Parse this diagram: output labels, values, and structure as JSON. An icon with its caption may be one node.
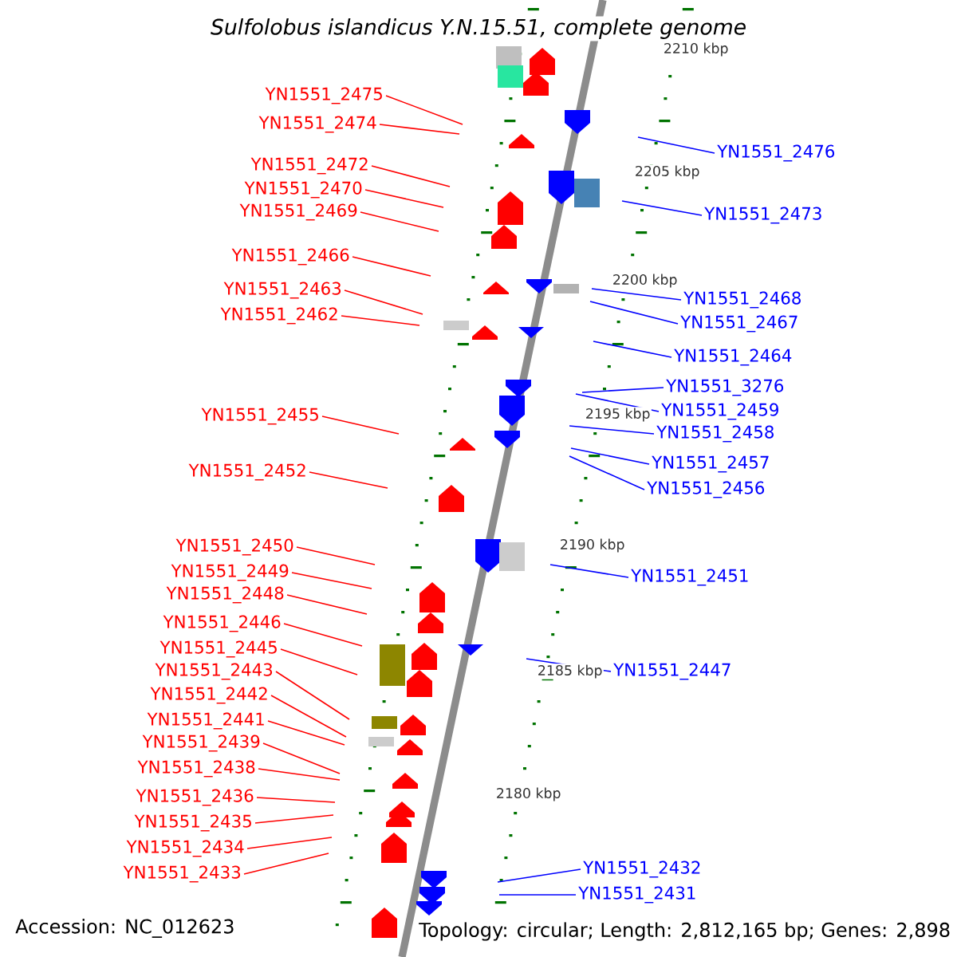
{
  "diagram": {
    "title": "Sulfolobus islandicus Y.N.15.51, complete genome",
    "nodes": [
      {
        "text": [
          "YN1551_2475"
        ]
      },
      {
        "text": [
          "YN1551_2474"
        ]
      },
      {
        "text": [
          "YN1551_2472"
        ]
      },
      {
        "text": [
          "YN1551_2470"
        ]
      },
      {
        "text": [
          "YN1551_2469"
        ]
      },
      {
        "text": [
          "YN1551_2466"
        ]
      },
      {
        "text": [
          "YN1551_2463"
        ]
      },
      {
        "text": [
          "YN1551_2462"
        ]
      },
      {
        "text": [
          "YN1551_2455"
        ]
      },
      {
        "text": [
          "YN1551_2452"
        ]
      },
      {
        "text": [
          "YN1551_2450"
        ]
      },
      {
        "text": [
          "YN1551_2449"
        ]
      },
      {
        "text": [
          "YN1551_2448"
        ]
      },
      {
        "text": [
          "YN1551_2446"
        ]
      },
      {
        "text": [
          "YN1551_2445"
        ]
      },
      {
        "text": [
          "YN1551_2443"
        ]
      },
      {
        "text": [
          "YN1551_2442"
        ]
      },
      {
        "text": [
          "YN1551_2441"
        ]
      },
      {
        "text": [
          "YN1551_2439"
        ]
      },
      {
        "text": [
          "YN1551_2438"
        ]
      },
      {
        "text": [
          "YN1551_2436"
        ]
      },
      {
        "text": [
          "YN1551_2435"
        ]
      },
      {
        "text": [
          "YN1551_2434"
        ]
      },
      {
        "text": [
          "YN1551_2433"
        ]
      },
      {
        "text": [
          "YN1551_2476"
        ]
      },
      {
        "text": [
          "YN1551_2473"
        ]
      },
      {
        "text": [
          "YN1551_2468"
        ]
      },
      {
        "text": [
          "YN1551_2467"
        ]
      },
      {
        "text": [
          "YN1551_2464"
        ]
      },
      {
        "text": [
          "YN1551_3276"
        ]
      },
      {
        "text": [
          "YN1551_2459"
        ]
      },
      {
        "text": [
          "YN1551_2458"
        ]
      },
      {
        "text": [
          "YN1551_2457"
        ]
      },
      {
        "text": [
          "YN1551_2456"
        ]
      },
      {
        "text": [
          "YN1551_2451"
        ]
      },
      {
        "text": [
          "YN1551_2447"
        ]
      },
      {
        "text": [
          "YN1551_2432"
        ]
      },
      {
        "text": [
          "YN1551_2431"
        ]
      }
    ],
    "edges": [
      {
        "from": 0,
        "to": null,
        "arrow": "none",
        "color": "#ff0000"
      },
      {
        "from": 1,
        "to": null,
        "arrow": "none",
        "color": "#ff0000"
      },
      {
        "from": 2,
        "to": null,
        "arrow": "none",
        "color": "#ff0000"
      },
      {
        "from": 3,
        "to": null,
        "arrow": "none",
        "color": "#ff0000"
      },
      {
        "from": 4,
        "to": null,
        "arrow": "none",
        "color": "#ff0000"
      },
      {
        "from": 5,
        "to": null,
        "arrow": "none",
        "color": "#ff0000"
      },
      {
        "from": 6,
        "to": null,
        "arrow": "none",
        "color": "#ff0000"
      },
      {
        "from": 7,
        "to": null,
        "arrow": "none",
        "color": "#ff0000"
      },
      {
        "from": 8,
        "to": null,
        "arrow": "none",
        "color": "#ff0000"
      },
      {
        "from": 9,
        "to": null,
        "arrow": "none",
        "color": "#ff0000"
      },
      {
        "from": 10,
        "to": null,
        "arrow": "none",
        "color": "#ff0000"
      },
      {
        "from": 11,
        "to": null,
        "arrow": "none",
        "color": "#ff0000"
      },
      {
        "from": 12,
        "to": null,
        "arrow": "none",
        "color": "#ff0000"
      },
      {
        "from": 13,
        "to": null,
        "arrow": "none",
        "color": "#ff0000"
      },
      {
        "from": 14,
        "to": null,
        "arrow": "none",
        "color": "#ff0000"
      },
      {
        "from": 15,
        "to": null,
        "arrow": "none",
        "color": "#ff0000"
      },
      {
        "from": 16,
        "to": null,
        "arrow": "none",
        "color": "#ff0000"
      },
      {
        "from": 17,
        "to": null,
        "arrow": "none",
        "color": "#ff0000"
      },
      {
        "from": 18,
        "to": null,
        "arrow": "none",
        "color": "#ff0000"
      },
      {
        "from": 19,
        "to": null,
        "arrow": "none",
        "color": "#ff0000"
      },
      {
        "from": 20,
        "to": null,
        "arrow": "none",
        "color": "#ff0000"
      },
      {
        "from": 21,
        "to": null,
        "arrow": "none",
        "color": "#ff0000"
      },
      {
        "from": 22,
        "to": null,
        "arrow": "none",
        "color": "#ff0000"
      },
      {
        "from": 23,
        "to": null,
        "arrow": "none",
        "color": "#ff0000"
      },
      {
        "from": 24,
        "to": null,
        "arrow": "none",
        "color": "#0000ff"
      },
      {
        "from": 25,
        "to": null,
        "arrow": "none",
        "color": "#0000ff"
      },
      {
        "from": 26,
        "to": null,
        "arrow": "none",
        "color": "#0000ff"
      },
      {
        "from": 27,
        "to": null,
        "arrow": "none",
        "color": "#0000ff"
      },
      {
        "from": 28,
        "to": null,
        "arrow": "none",
        "color": "#0000ff"
      },
      {
        "from": 29,
        "to": null,
        "arrow": "none",
        "color": "#0000ff"
      },
      {
        "from": 30,
        "to": null,
        "arrow": "none",
        "color": "#0000ff"
      },
      {
        "from": 31,
        "to": null,
        "arrow": "none",
        "color": "#0000ff"
      },
      {
        "from": 32,
        "to": null,
        "arrow": "none",
        "color": "#0000ff"
      },
      {
        "from": 33,
        "to": null,
        "arrow": "none",
        "color": "#0000ff"
      },
      {
        "from": 34,
        "to": null,
        "arrow": "none",
        "color": "#0000ff"
      },
      {
        "from": 35,
        "to": null,
        "arrow": "none",
        "color": "#0000ff"
      },
      {
        "from": 36,
        "to": null,
        "arrow": "none",
        "color": "#0000ff"
      },
      {
        "from": 37,
        "to": null,
        "arrow": "none",
        "color": "#0000ff"
      }
    ],
    "labels": [
      "2210 kbp",
      "2205 kbp",
      "2200 kbp",
      "2195 kbp",
      "2190 kbp",
      "2185 kbp",
      "2180 kbp",
      "Accession: NC_012623",
      "Topology: circular; Length: 2,812,165 bp; Genes: 2,898"
    ]
  }
}
